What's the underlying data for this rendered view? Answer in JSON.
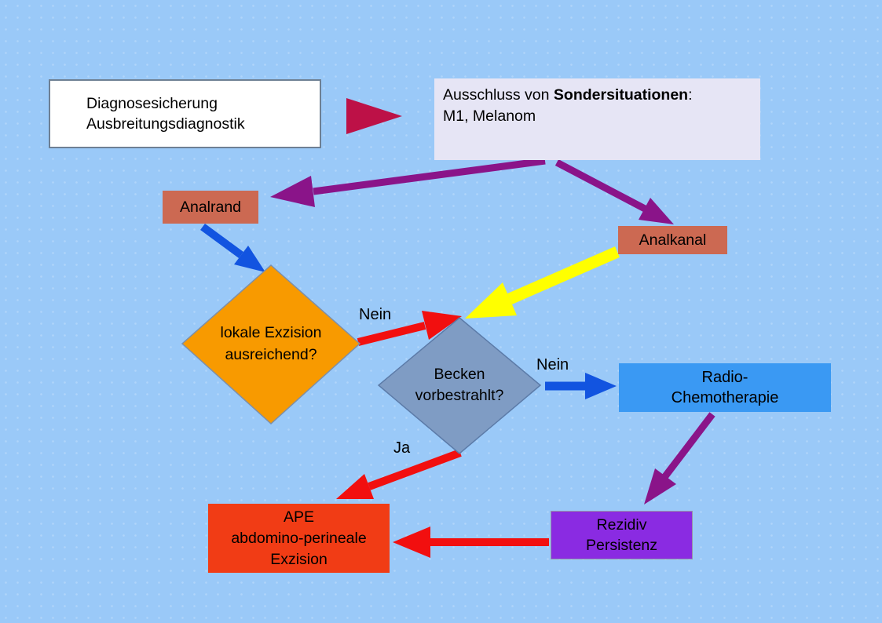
{
  "colors": {
    "background": "#9ac9f8",
    "crimson": "#bd1147",
    "purple": "#8a1489",
    "sienna": "#cc6952",
    "blue_arrow": "#1254e0",
    "orange": "#f89a00",
    "red": "#f20f0f",
    "yellow": "#ffff00",
    "diamond_blue": "#7f9cc4",
    "radio_blue": "#3a99f3",
    "violet": "#8a2be2",
    "ape_red": "#f13c15",
    "lavender": "#e6e5f5"
  },
  "nodes": {
    "diagnose": {
      "line1": "Diagnosesicherung",
      "line2": "Ausbreitungsdiagnostik"
    },
    "ausschluss": {
      "prefix": "Ausschluss von ",
      "bold": "Sondersituationen",
      "suffix": ":",
      "line2": "M1, Melanom"
    },
    "analrand": {
      "label": "Analrand"
    },
    "analkanal": {
      "label": "Analkanal"
    },
    "lokale_exzision": {
      "line1": "lokale Exzision",
      "line2": "ausreichend?"
    },
    "becken": {
      "line1": "Becken",
      "line2": "vorbestrahlt?"
    },
    "radio": {
      "line1": "Radio-",
      "line2": "Chemotherapie"
    },
    "rezidiv": {
      "line1": "Rezidiv",
      "line2": "Persistenz"
    },
    "ape": {
      "line1": "APE",
      "line2": "abdomino-perineale",
      "line3": "Exzision"
    }
  },
  "edge_labels": {
    "nein_lokale": "Nein",
    "nein_becken": "Nein",
    "ja_becken": "Ja"
  }
}
